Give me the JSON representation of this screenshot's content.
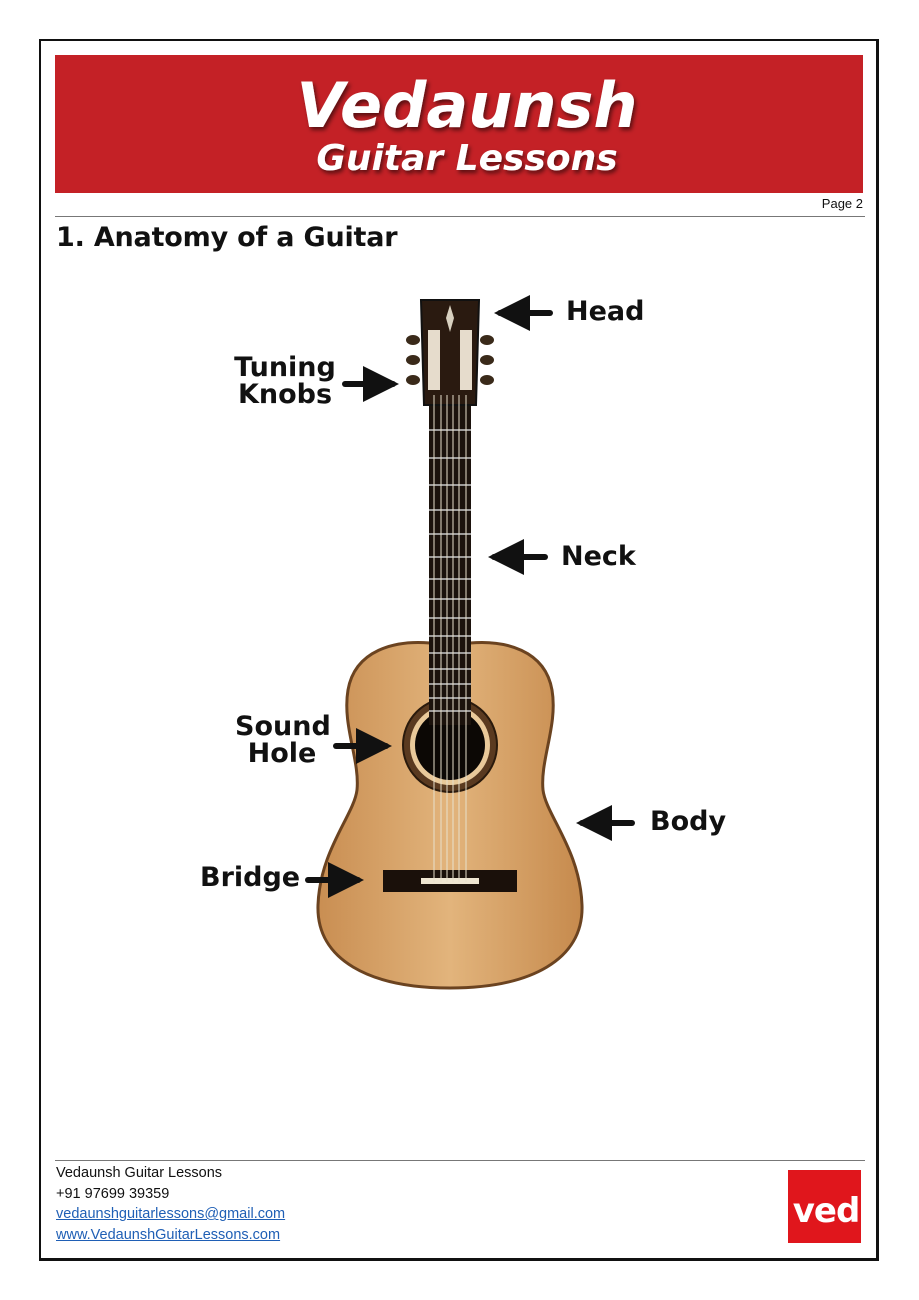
{
  "banner": {
    "title": "Vedaunsh",
    "subtitle": "Guitar Lessons"
  },
  "page_label": "Page 2",
  "section_title": "1. Anatomy of a Guitar",
  "diagram": {
    "labels": {
      "head": "Head",
      "tuning_knobs_line1": "Tuning",
      "tuning_knobs_line2": "Knobs",
      "neck": "Neck",
      "sound_hole_line1": "Sound",
      "sound_hole_line2": "Hole",
      "body": "Body",
      "bridge": "Bridge"
    }
  },
  "footer": {
    "name": "Vedaunsh Guitar Lessons",
    "phone": "+91 97699 39359",
    "email": "vedaunshguitarlessons@gmail.com",
    "website": "www.VedaunshGuitarLessons.com",
    "logo_text": "ved"
  },
  "colors": {
    "banner_red": "#c42126",
    "logo_red": "#e0161c",
    "link_blue": "#1f5fb5",
    "wood": "#d9a76a"
  }
}
